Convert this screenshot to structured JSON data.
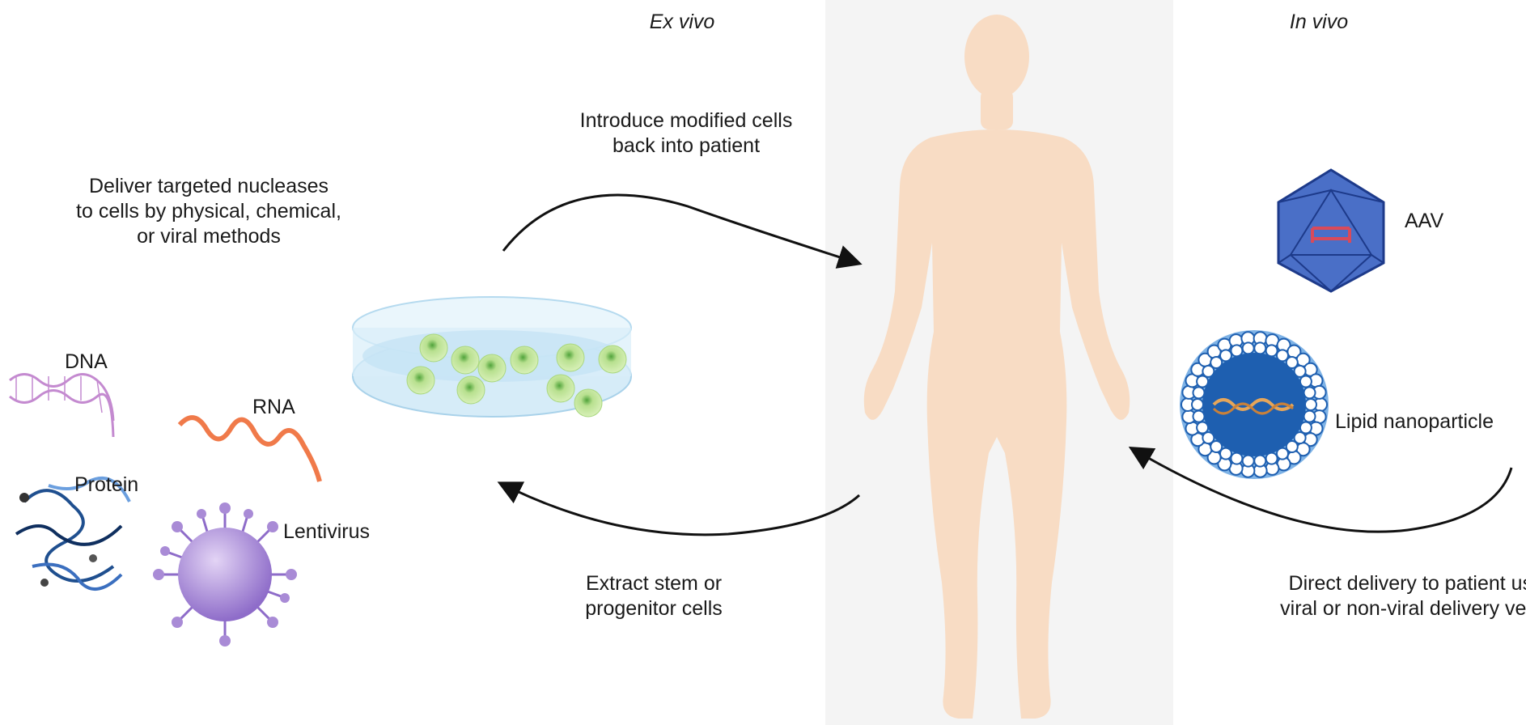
{
  "headers": {
    "ex_vivo": "Ex vivo",
    "in_vivo": "In vivo"
  },
  "captions": {
    "deliver": [
      "Deliver targeted nucleases",
      "to cells by physical, chemical,",
      "or viral methods"
    ],
    "introduce": [
      "Introduce modified cells",
      "back into patient"
    ],
    "extract": [
      "Extract stem or",
      "progenitor cells"
    ],
    "direct": [
      "Direct delivery to patient using",
      "viral or non-viral delivery vehicle"
    ]
  },
  "cargo_labels": {
    "dna": "DNA",
    "rna": "RNA",
    "protein": "Protein",
    "lentivirus": "Lentivirus"
  },
  "vehicle_labels": {
    "aav": "AAV",
    "lnp": "Lipid nanoparticle"
  },
  "colors": {
    "skin": "#f8dcc4",
    "body_panel": "#f5f5f5",
    "dna": "#c48ad0",
    "rna": "#f07a4a",
    "protein": "#1f4f8f",
    "lentivirus": "#a98bd6",
    "cell": "#9bd16a",
    "dish": "#cde9f7",
    "aav": "#4a6fc7",
    "lnp": "#1e5fb0",
    "arrow": "#111111"
  }
}
